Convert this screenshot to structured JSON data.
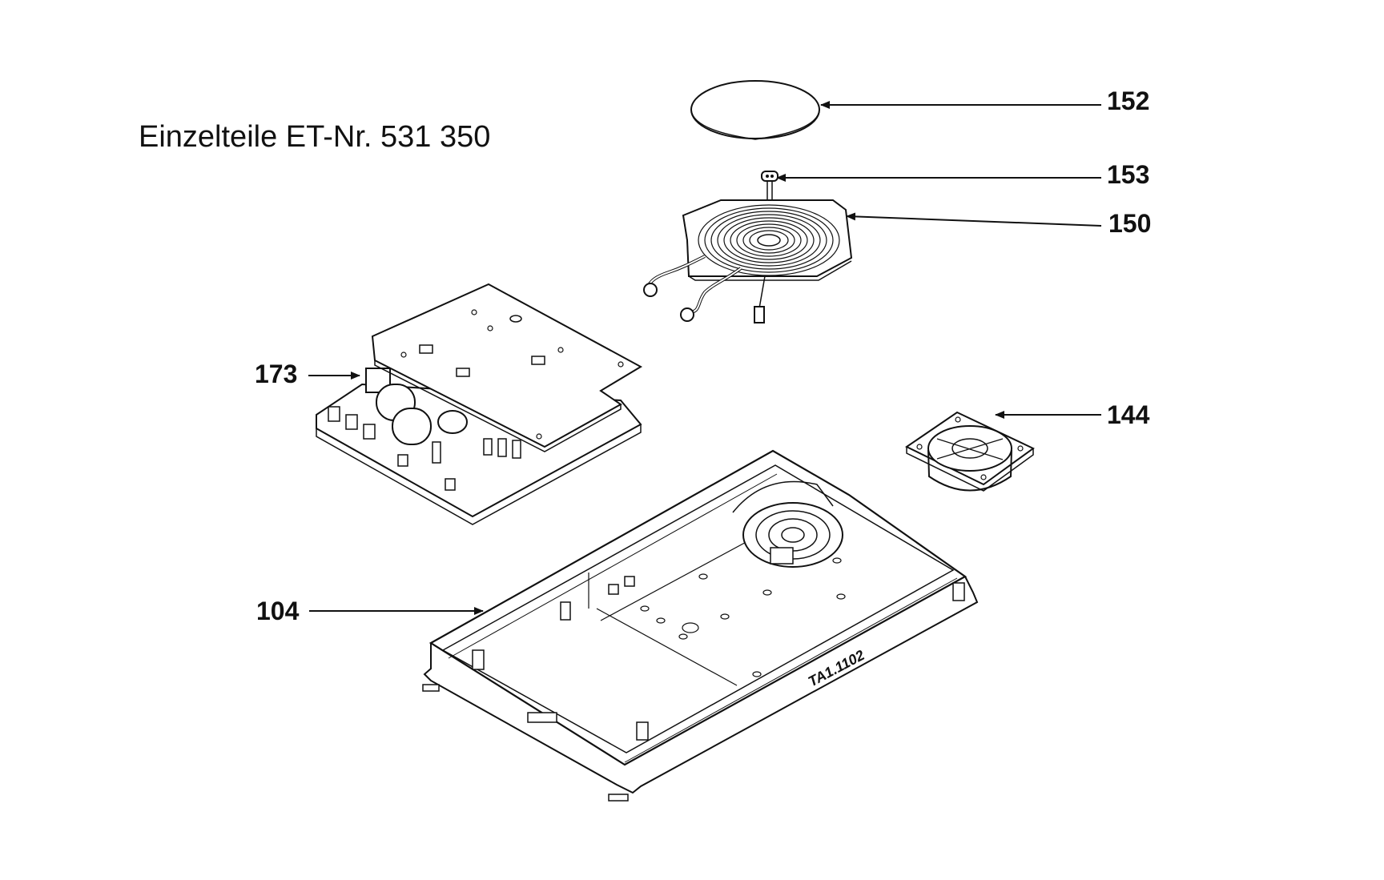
{
  "title": "Einzelteile ET-Nr. 531 350",
  "callouts": {
    "c152": "152",
    "c153": "153",
    "c150": "150",
    "c173": "173",
    "c144": "144",
    "c104": "104"
  },
  "housing_marking": "TA1.1102"
}
